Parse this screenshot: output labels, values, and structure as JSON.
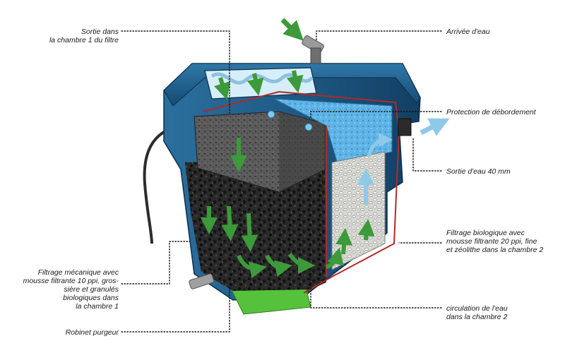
{
  "labels": {
    "outlet_chamber1": "Sortie dans\nla chambre 1 du filtre",
    "water_inlet": "Arrivée d'eau",
    "overflow_protection": "Protection de débordement",
    "water_outlet": "Sortie d'eau 40 mm",
    "bio_filtration": "Filtrage biologique avec\nmousse filtrante 20 ppi, fine\net zéolithe dans la chambre 2",
    "mech_filtration": "Filtrage mécanique avec\nmousse filtrante 10 ppi, gros-\nsière et granulés\nbiologiques dans\nla chambre 1",
    "circulation": "circulation de l'eau\ndans la chambre 2",
    "drain_valve": "Robinet purgeur"
  },
  "colors": {
    "housing": "#1f5a85",
    "housing_dark": "#123f63",
    "foam_coarse": "#2b2b2b",
    "foam_top": "#5b5b5b",
    "foam_blue": "#5fb4e6",
    "zeolite": "#e4e4e0",
    "arrow_green": "#3d9a3a",
    "arrow_blue": "#8ec9ea",
    "base_green": "#56c13a",
    "cut_edge": "#b02a2a"
  }
}
